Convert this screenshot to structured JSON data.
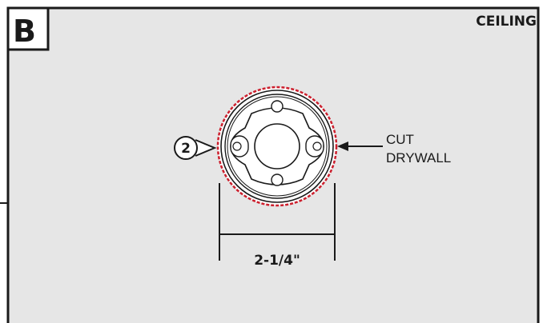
{
  "panel": {
    "letter": "B",
    "location_label": "CEILING"
  },
  "callout": {
    "line1": "CUT",
    "line2": "DRYWALL"
  },
  "step": {
    "number": "2"
  },
  "dimension": {
    "label": "2-1/4\""
  },
  "colors": {
    "panel_background": "#e6e6e6",
    "outline": "#1a1a1a",
    "cut_line": "#cc1f2d"
  }
}
